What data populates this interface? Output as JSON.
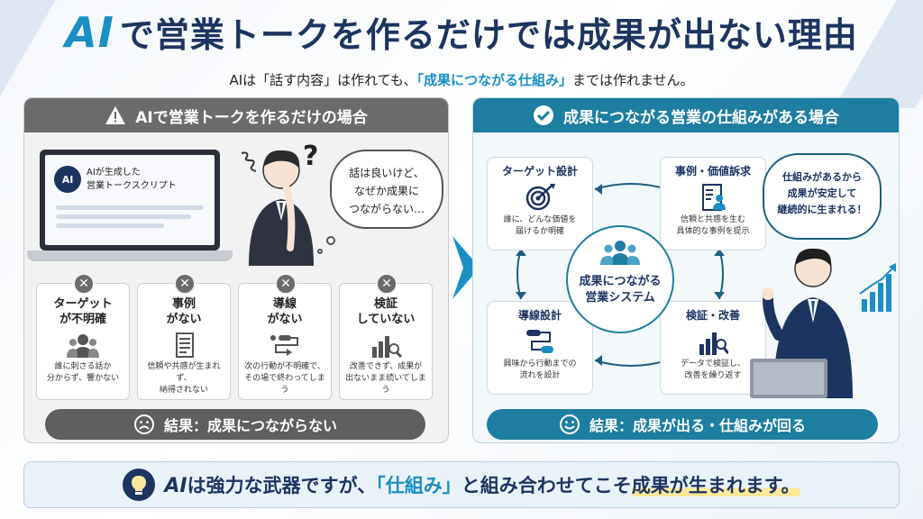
{
  "header": {
    "title_ai": "AI",
    "title_rest": "で営業トークを作るだけでは成果が出ない理由",
    "subtitle_pre": "AIは「話す内容」は作れても、",
    "subtitle_hl": "「成果につながる仕組み」",
    "subtitle_post": "までは作れません。"
  },
  "left": {
    "heading": "AIで営業トークを作るだけの場合",
    "laptop_badge": "AI",
    "laptop_line1": "AIが生成した",
    "laptop_line2": "営業トークスクリプト",
    "thought_mark": "?",
    "speech_line1": "話は良いけど、",
    "speech_line2": "なぜか成果に",
    "speech_line3": "つながらない…",
    "issues": [
      {
        "title1": "ターゲット",
        "title2": "が不明確",
        "desc1": "誰に刺さる話か",
        "desc2": "分からず、響かない",
        "icon": "people-icon"
      },
      {
        "title1": "事例",
        "title2": "がない",
        "desc1": "信頼や共感が生まれず、",
        "desc2": "納得されない",
        "icon": "document-icon"
      },
      {
        "title1": "導線",
        "title2": "がない",
        "desc1": "次の行動が不明確で、",
        "desc2": "その場で終わってしまう",
        "icon": "flow-icon"
      },
      {
        "title1": "検証",
        "title2": "していない",
        "desc1": "改善できず、成果が",
        "desc2": "出ないまま続いてしまう",
        "icon": "chart-search-icon"
      }
    ],
    "result": "結果：成果につながらない"
  },
  "right": {
    "heading": "成果につながる営業の仕組みがある場合",
    "cards": [
      {
        "title": "ターゲット設計",
        "desc1": "誰に、どんな価値を",
        "desc2": "届けるか明確"
      },
      {
        "title": "事例・価値訴求",
        "desc1": "信頼と共感を生む",
        "desc2": "具体的な事例を提示"
      },
      {
        "title": "導線設計",
        "desc1": "興味から行動までの",
        "desc2": "流れを設計"
      },
      {
        "title": "検証・改善",
        "desc1": "データで検証し、",
        "desc2": "改善を繰り返す"
      }
    ],
    "center1": "成果につながる",
    "center2": "営業システム",
    "speech1": "仕組みがあるから",
    "speech2": "成果が安定して",
    "speech3": "継続的に生まれる！",
    "result": "結果：成果が出る・仕組みが回る"
  },
  "footer": {
    "ai": "AI",
    "pre": "は強力な武器ですが、",
    "quote": "「仕組み」",
    "mid": "と組み合わせてこそ",
    "hl": "成果が生まれます。"
  },
  "colors": {
    "navy": "#1d3461",
    "teal": "#1d7ea1",
    "accent": "#1a8fc4",
    "gray": "#6b6b6b",
    "highlight": "#fde79a"
  }
}
